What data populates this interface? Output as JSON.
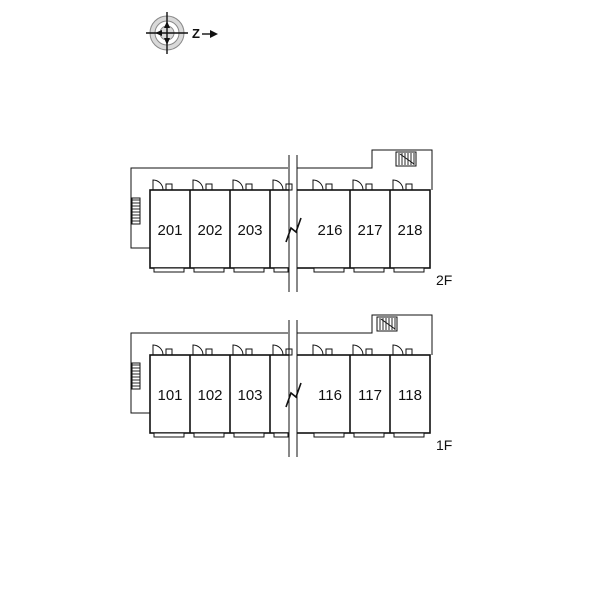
{
  "compass": {
    "north_letter": "Z",
    "icon": "compass-rose-icon"
  },
  "floors": [
    {
      "label": "2F",
      "units_left": [
        "201",
        "202",
        "203"
      ],
      "units_right": [
        "216",
        "217",
        "218"
      ]
    },
    {
      "label": "1F",
      "units_left": [
        "101",
        "102",
        "103"
      ],
      "units_right": [
        "116",
        "117",
        "118"
      ]
    }
  ],
  "colors": {
    "line": "#111111",
    "background": "#ffffff"
  }
}
